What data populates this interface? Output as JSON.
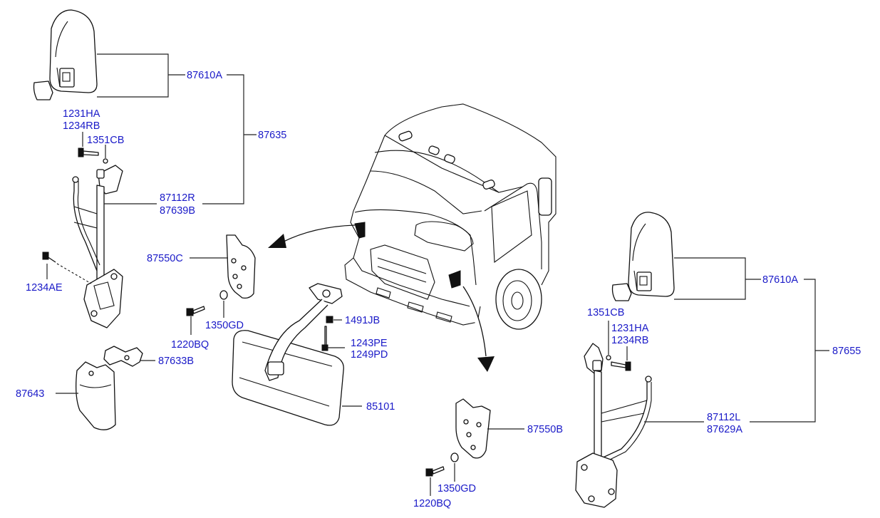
{
  "labels": {
    "l87610a_top": "87610A",
    "l87635": "87635",
    "l1231ha_top": "1231HA",
    "l1234rb_top": "1234RB",
    "l1351cb_top": "1351CB",
    "l87112r": "87112R",
    "l87639b": "87639B",
    "l1234ae": "1234AE",
    "l87550c": "87550C",
    "l1350gd_left": "1350GD",
    "l1220bq_left": "1220BQ",
    "l87633b": "87633B",
    "l87643": "87643",
    "l1491jb": "1491JB",
    "l1243pe": "1243PE",
    "l1249pd": "1249PD",
    "l85101": "85101",
    "l87550b": "87550B",
    "l1350gd_right": "1350GD",
    "l1220bq_right": "1220BQ",
    "l87610a_right": "87610A",
    "l1351cb_right": "1351CB",
    "l1231ha_right": "1231HA",
    "l1234rb_right": "1234RB",
    "l87655": "87655",
    "l87112l": "87112L",
    "l87629a": "87629A"
  },
  "parts": [
    "mirror-head-left",
    "mirror-glass-left",
    "mirror-stay-right-hand",
    "bracket-lower-left",
    "cover-87643",
    "bracket-87633b",
    "plate-87550c",
    "inside-mirror-85101",
    "cab",
    "plate-87550b",
    "mirror-head-right",
    "mirror-glass-right",
    "mirror-stay-left-hand"
  ]
}
